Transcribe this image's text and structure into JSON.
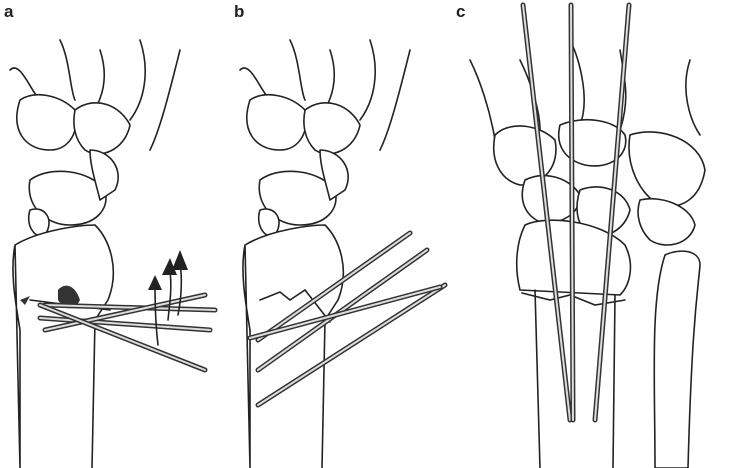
{
  "panels": [
    {
      "label": "a"
    },
    {
      "label": "b"
    },
    {
      "label": "c"
    }
  ],
  "colors": {
    "line": "#222222",
    "pin": "#333333",
    "fracture": "#333333"
  }
}
